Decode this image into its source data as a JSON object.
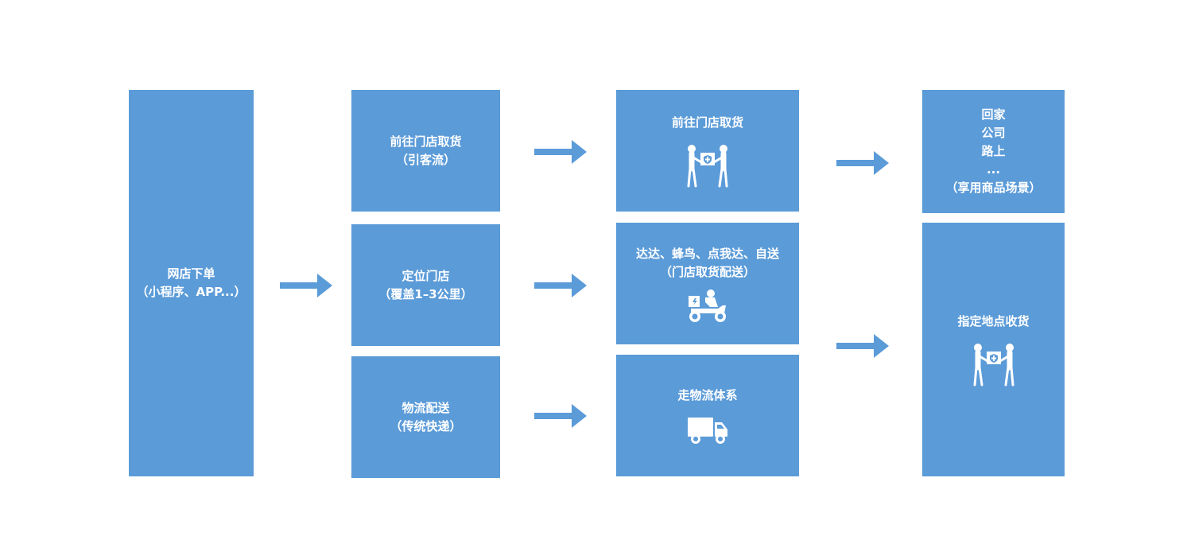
{
  "col1": {
    "order": {
      "line1": "网店下单",
      "line2": "（小程序、APP...）"
    }
  },
  "col2": {
    "pickup": {
      "line1": "前往门店取货",
      "line2": "（引客流）"
    },
    "locate": {
      "line1": "定位门店",
      "line2": "（覆盖1–3公里）"
    },
    "logistics": {
      "line1": "物流配送",
      "line2": "（传统快递）"
    }
  },
  "col3": {
    "pickup": {
      "line1": "前往门店取货",
      "icon": "handover-icon"
    },
    "riders": {
      "line1": "达达、蜂鸟、点我达、自送",
      "line2": "（门店取货配送）",
      "icon": "delivery-scooter-icon"
    },
    "logistics": {
      "line1": "走物流体系",
      "icon": "truck-icon"
    }
  },
  "col4": {
    "scenes": {
      "line1": "回家",
      "line2": "公司",
      "line3": "路上",
      "line4": "...",
      "line5": "（享用商品场景）"
    },
    "designated": {
      "line1": "指定地点收货",
      "icon": "handover-icon"
    }
  },
  "colors": {
    "box": "#5b9bd8",
    "arrow": "#5b9bd8",
    "text": "#ffffff"
  }
}
